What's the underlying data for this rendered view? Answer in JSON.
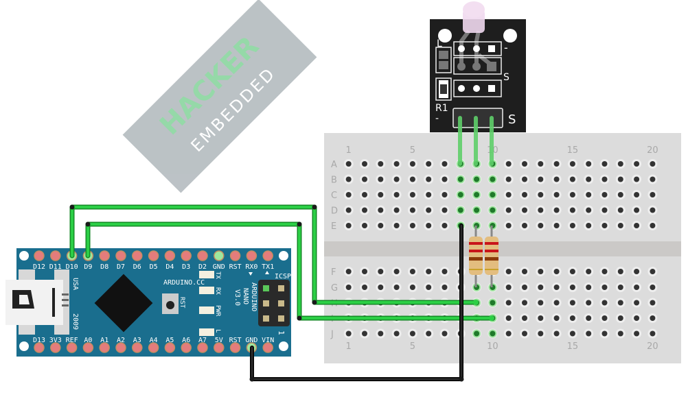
{
  "breadboard": {
    "rows_top": [
      "A",
      "B",
      "C",
      "D",
      "E"
    ],
    "rows_bottom": [
      "F",
      "G",
      "H",
      "I",
      "J"
    ],
    "column_labels": [
      "1",
      "5",
      "10",
      "15",
      "20"
    ],
    "column_label_positions": [
      1,
      5,
      10,
      15,
      20
    ],
    "columns": 20,
    "active_columns": [
      8,
      9,
      10
    ]
  },
  "arduino": {
    "top_pins": [
      "D12",
      "D11",
      "D10",
      "D9",
      "D8",
      "D7",
      "D6",
      "D5",
      "D4",
      "D3",
      "D2",
      "GND",
      "RST",
      "RX0",
      "TX1"
    ],
    "bottom_pins": [
      "D13",
      "3V3",
      "REF",
      "A0",
      "A1",
      "A2",
      "A3",
      "A4",
      "A5",
      "A6",
      "A7",
      "5V",
      "RST",
      "GND",
      "VIN"
    ],
    "brand": "ARDUINO.CC",
    "leds": [
      "TX",
      "RX",
      "PWR",
      "L"
    ],
    "name_lines": [
      "ARDUINO",
      "NANO",
      "V3.0"
    ],
    "icsp": "ICSP",
    "icsp_pin1": "1",
    "usa": "USA",
    "year": "2009",
    "reset_label": "RST",
    "board_color": "#1a6e8e"
  },
  "sensor": {
    "label_l": "L",
    "label_r1": "R1",
    "label_s_mid": "S",
    "label_s_header": "S",
    "minus_top": "-",
    "minus_bottom": "-",
    "board_color": "#1e1e1e"
  },
  "watermark": {
    "line1": "HACKER",
    "line2": "EMBEDDED"
  },
  "wires": {
    "signal_color": "#22b33a",
    "ground_color": "#1a1a1a"
  }
}
